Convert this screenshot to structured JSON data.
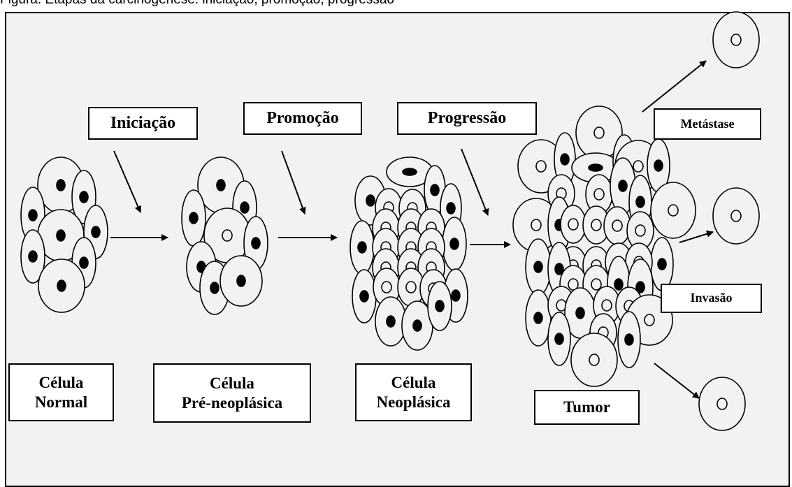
{
  "caption": "Figura: Etapas da carcinogênese: iniciação, promoção, progressão",
  "stages": {
    "initiation": "Iniciação",
    "promotion": "Promoção",
    "progression": "Progressão",
    "metastasis": "Metástase",
    "invasion": "Invasão"
  },
  "cell_labels": {
    "normal": "Célula\nNormal",
    "preneoplastic": "Célula\nPré-neoplásica",
    "neoplastic": "Célula\nNeoplásica",
    "tumor": "Tumor"
  },
  "colors": {
    "background": "#f2f2f2",
    "cell_fill": "#f2f2f2",
    "stroke": "#000000",
    "label_fill": "#ffffff"
  }
}
